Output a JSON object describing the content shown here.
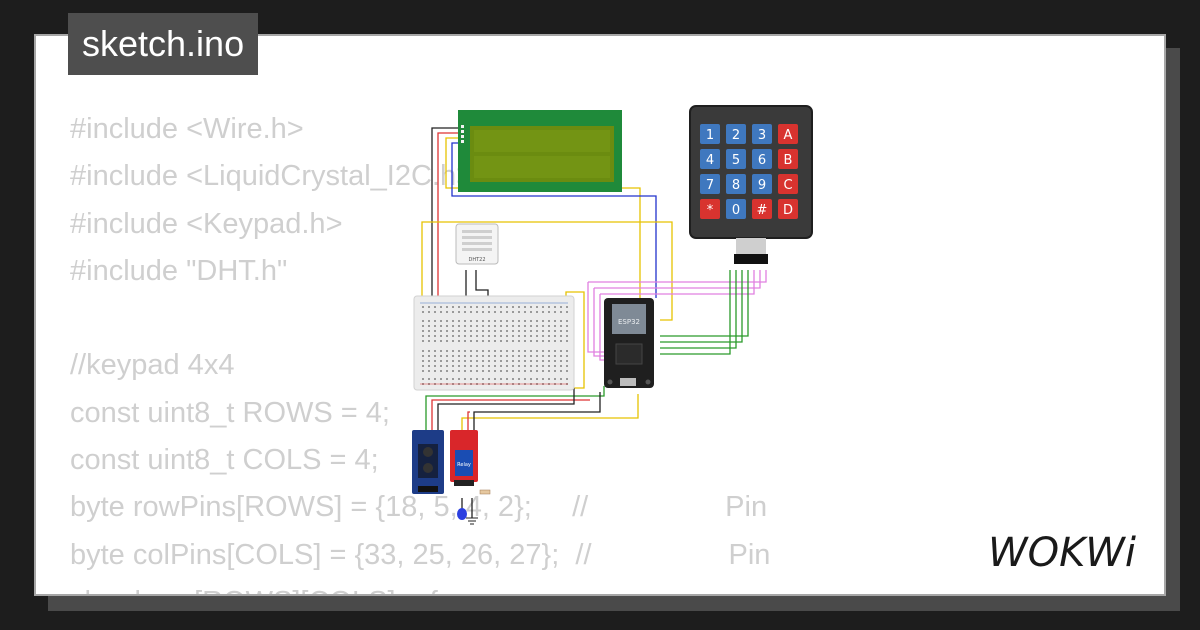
{
  "header": {
    "title": "sketch.ino"
  },
  "code_lines": [
    "#include <Wire.h>",
    "#include <LiquidCrystal_I2C.h>",
    "#include <Keypad.h>",
    "#include \"DHT.h\"",
    "",
    "//keypad 4x4",
    "const uint8_t ROWS = 4;",
    "const uint8_t COLS = 4;",
    "byte rowPins[ROWS] = {18, 5, 4, 2};     //                 Pin",
    "byte colPins[COLS] = {33, 25, 26, 27};  //                 Pin",
    "char keys[ROWS][COLS] = {"
  ],
  "keypad": {
    "keys": [
      [
        "1",
        "2",
        "3",
        "A"
      ],
      [
        "4",
        "5",
        "6",
        "B"
      ],
      [
        "7",
        "8",
        "9",
        "C"
      ],
      [
        "*",
        "0",
        "#",
        "D"
      ]
    ],
    "digit_color": "#3f78bf",
    "letter_color": "#d8332f"
  },
  "components": {
    "esp32_label": "ESP32",
    "dht_label": "DHT22",
    "relay_label": "Relay"
  },
  "logo": {
    "text": "WOKWi"
  },
  "colors": {
    "background": "#1d1d1d",
    "card": "#ffffff",
    "code_text": "#cfcfcf",
    "title_bg": "#4e4e4e",
    "lcd_board": "#1f8a3a",
    "lcd_screen": "#6b8c10"
  }
}
